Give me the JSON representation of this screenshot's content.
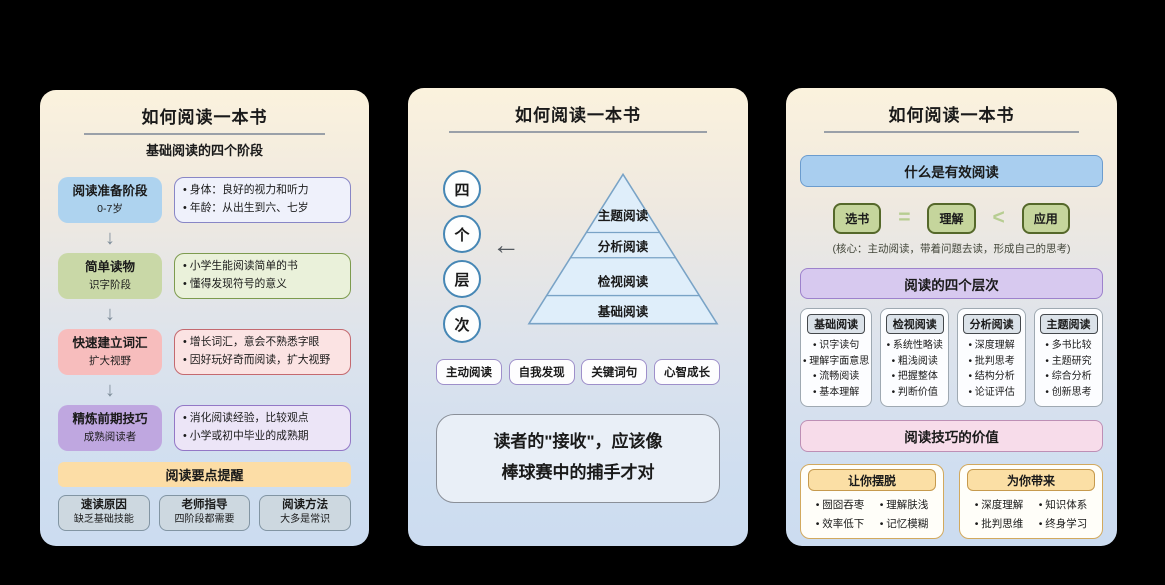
{
  "icons": {
    "down_arrow": "↓",
    "left_arrow": "←"
  },
  "colors": {
    "page_bg": "#000000",
    "stage_blue": "#aed3ef",
    "stage_green": "#c9d8a7",
    "stage_pink": "#f7bdbd",
    "stage_purple": "#bfa7e0",
    "banner_orange": "#fcdda6",
    "note_gray": "#cdd8e0",
    "banner_blue": "#a9ceef",
    "banner_purple": "#d7c9ef",
    "banner_pink": "#f7dcea",
    "eq_green": "#c5d59c",
    "value_gold": "#fbdfa5"
  },
  "panel1": {
    "title": "如何阅读一本书",
    "subtitle": "基础阅读的四个阶段",
    "stages": [
      {
        "name": "阅读准备阶段",
        "sub": "0-7岁",
        "points": [
          "身体：良好的视力和听力",
          "年龄：从出生到六、七岁"
        ]
      },
      {
        "name": "简单读物",
        "sub": "识字阶段",
        "points": [
          "小学生能阅读简单的书",
          "懂得发现符号的意义"
        ]
      },
      {
        "name": "快速建立词汇",
        "sub": "扩大视野",
        "points": [
          "增长词汇，意会不熟悉字眼",
          "因好玩好奇而阅读，扩大视野"
        ]
      },
      {
        "name": "精炼前期技巧",
        "sub": "成熟阅读者",
        "points": [
          "消化阅读经验，比较观点",
          "小学或初中毕业的成熟期"
        ]
      }
    ],
    "banner": "阅读要点提醒",
    "notes": [
      {
        "title": "速读原因",
        "sub": "缺乏基础技能"
      },
      {
        "title": "老师指导",
        "sub": "四阶段都需要"
      },
      {
        "title": "阅读方法",
        "sub": "大多是常识"
      }
    ]
  },
  "panel2": {
    "title": "如何阅读一本书",
    "circles": [
      "四",
      "个",
      "层",
      "次"
    ],
    "pyramid_levels": [
      "主题阅读",
      "分析阅读",
      "检视阅读",
      "基础阅读"
    ],
    "tags": [
      "主动阅读",
      "自我发现",
      "关键词句",
      "心智成长"
    ],
    "quote": [
      "读者的\"接收\"，应该像",
      "棒球赛中的捕手才对"
    ]
  },
  "panel3": {
    "title": "如何阅读一本书",
    "section_what": "什么是有效阅读",
    "equation": {
      "a": "选书",
      "op1": "=",
      "b": "理解",
      "op2": "<",
      "c": "应用"
    },
    "core": "(核心：主动阅读，带着问题去读，形成自己的思考)",
    "section_levels": "阅读的四个层次",
    "levels": [
      {
        "header": "基础阅读",
        "items": [
          "识字读句",
          "理解字面意思",
          "流畅阅读",
          "基本理解"
        ]
      },
      {
        "header": "检视阅读",
        "items": [
          "系统性略读",
          "粗浅阅读",
          "把握整体",
          "判断价值"
        ]
      },
      {
        "header": "分析阅读",
        "items": [
          "深度理解",
          "批判思考",
          "结构分析",
          "论证评估"
        ]
      },
      {
        "header": "主题阅读",
        "items": [
          "多书比较",
          "主题研究",
          "综合分析",
          "创新思考"
        ]
      }
    ],
    "section_value": "阅读技巧的价值",
    "values": [
      {
        "header": "让你摆脱",
        "items": [
          "囫囵吞枣",
          "理解肤浅",
          "效率低下",
          "记忆模糊"
        ]
      },
      {
        "header": "为你带来",
        "items": [
          "深度理解",
          "知识体系",
          "批判思维",
          "终身学习"
        ]
      }
    ]
  }
}
